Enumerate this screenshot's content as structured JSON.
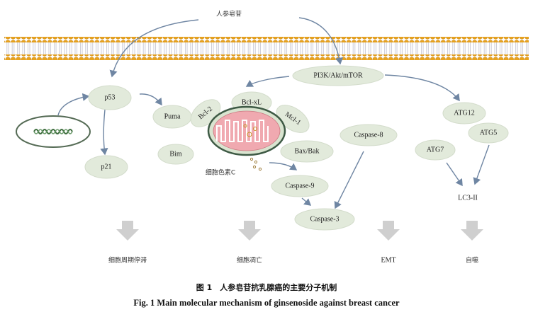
{
  "diagram": {
    "drug": "人参皂苷",
    "nodes": {
      "pi3k": "PI3K/Akt/mTOR",
      "p53": "p53",
      "p21": "p21",
      "puma": "Puma",
      "bcl2": "Bcl-2",
      "bclxl": "Bcl-xL",
      "mcl1": "Mcl-1",
      "bim": "Bim",
      "baxbak": "Bax/Bak",
      "caspase8": "Caspase-8",
      "caspase9": "Caspase-9",
      "caspase3": "Caspase-3",
      "atg12": "ATG12",
      "atg5": "ATG5",
      "atg7": "ATG7",
      "lc3": "LC3-II",
      "cytc": "细胞色素C"
    },
    "outcomes": [
      "细胞周期停滞",
      "细胞凋亡",
      "EMT",
      "自噬"
    ],
    "colors": {
      "node": "#e2eadb",
      "arrow": "#6f86a3",
      "membrane_head": "#e8a21c",
      "mito": "#f0a9b0"
    }
  },
  "caption": {
    "cn": "图 1　人参皂苷抗乳腺癌的主要分子机制",
    "en": "Fig. 1   Main molecular mechanism of ginsenoside against breast cancer"
  }
}
